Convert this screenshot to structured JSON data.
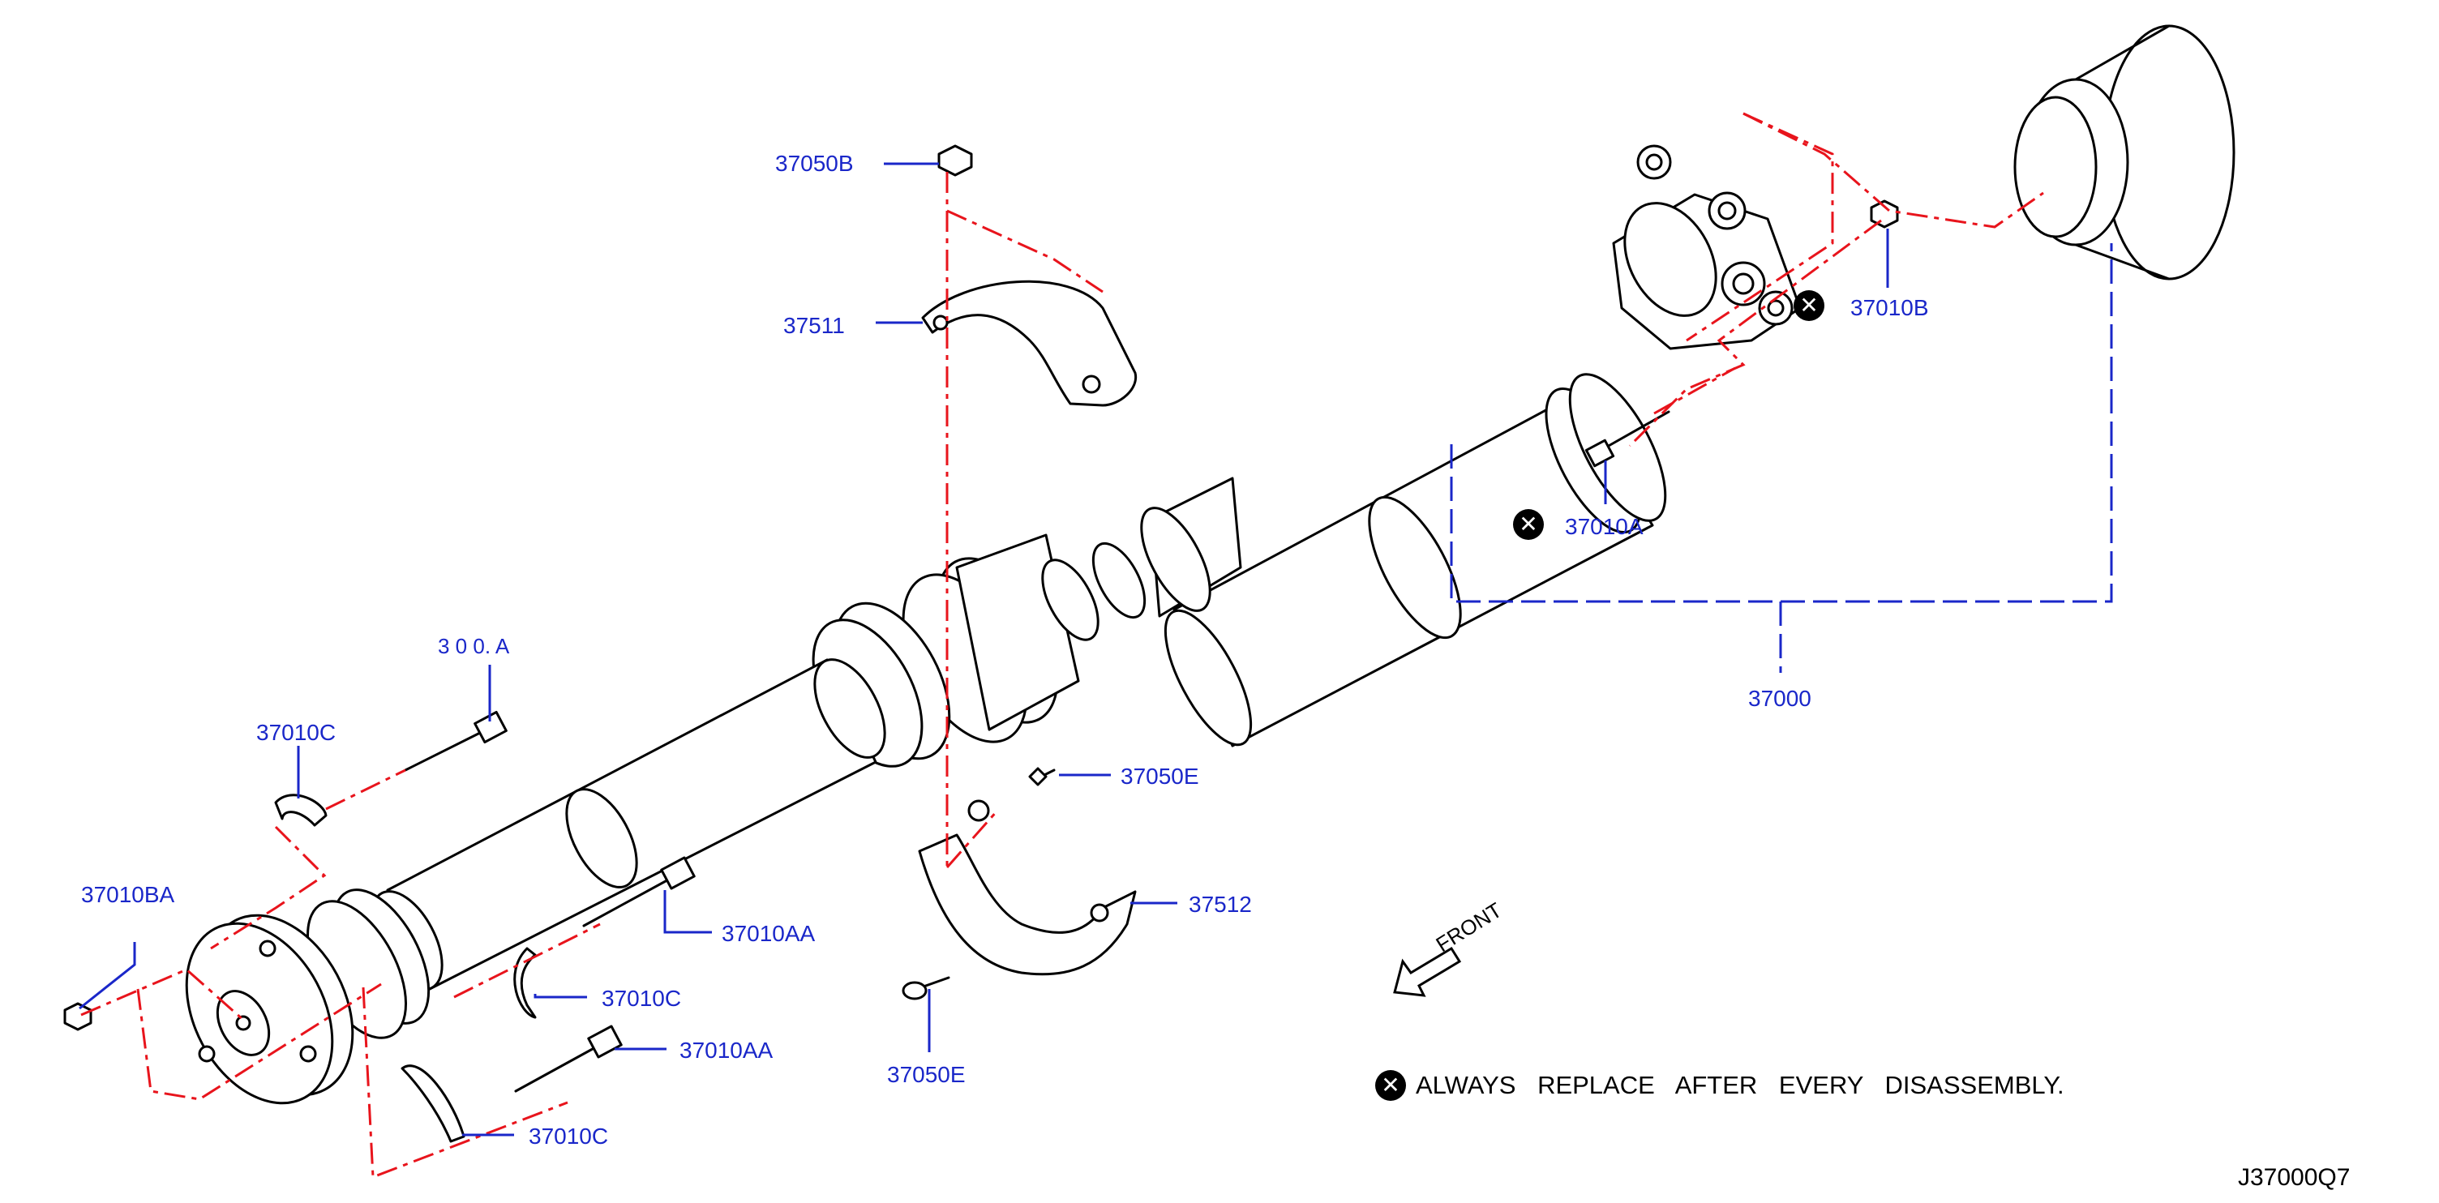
{
  "diagram": {
    "labels": {
      "p37050B": "37050B",
      "p37511": "37511",
      "p37010B": "37010B",
      "p37010A": "37010A",
      "p37000": "37000",
      "p3700A_partial": "3 0 0. A",
      "p37010C_top": "37010C",
      "p37010BA": "37010BA",
      "p37010AA_top": "37010AA",
      "p37010C_mid": "37010C",
      "p37010AA_bottom": "37010AA",
      "p37010C_bottom": "37010C",
      "p37050E_top": "37050E",
      "p37512": "37512",
      "p37050E_bottom": "37050E"
    },
    "front_label": "FRONT",
    "note_text": "ALWAYS REPLACE AFTER EVERY DISASSEMBLY.",
    "diagram_code": "J37000Q7"
  },
  "colors": {
    "label_blue": "#1a27c9",
    "dash_red": "#e8141c",
    "ink": "#000000"
  },
  "icons": {
    "replace_marker": "circled-x-icon",
    "front_arrow": "arrow-down-left-icon"
  }
}
